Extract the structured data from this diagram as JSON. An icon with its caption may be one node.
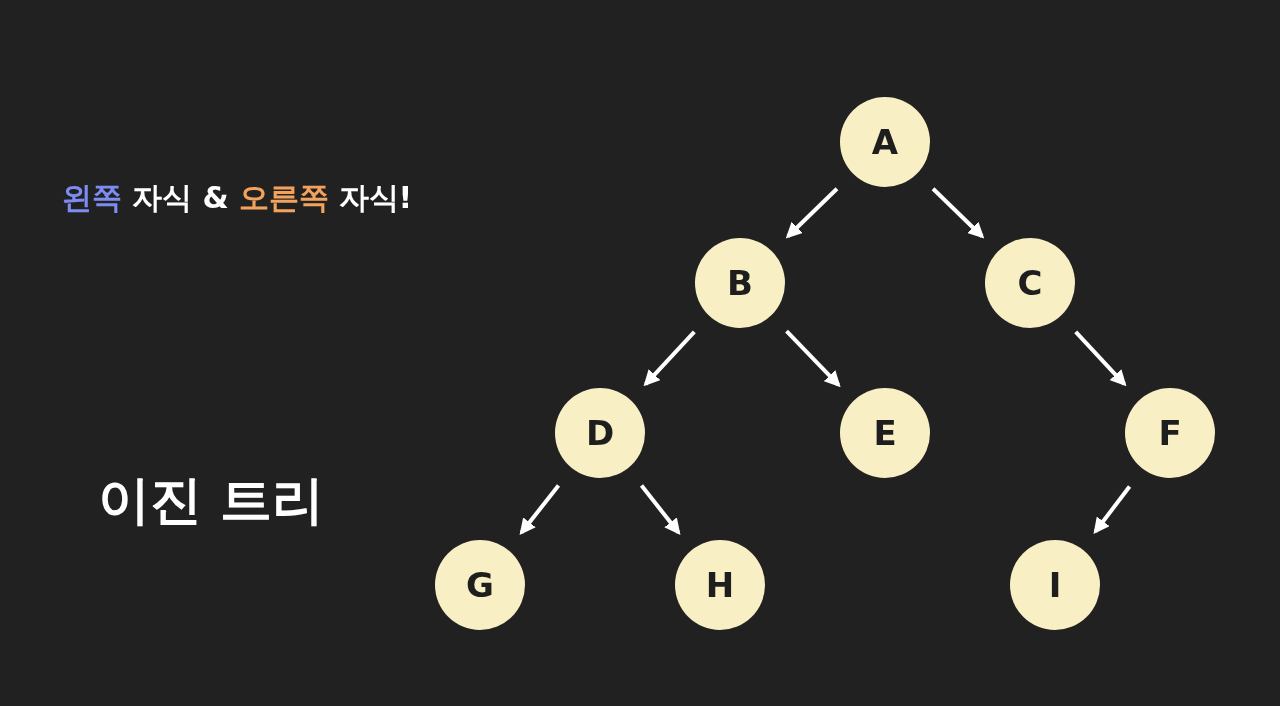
{
  "diagram": {
    "title": "이진 트리",
    "nodes": [
      {
        "text": [
          "A"
        ]
      },
      {
        "text": [
          "B"
        ]
      },
      {
        "text": [
          "C"
        ]
      },
      {
        "text": [
          "D"
        ]
      },
      {
        "text": [
          "E"
        ]
      },
      {
        "text": [
          "F"
        ]
      },
      {
        "text": [
          "G"
        ]
      },
      {
        "text": [
          "H"
        ]
      },
      {
        "text": [
          "I"
        ]
      }
    ],
    "edges": [
      {
        "from": 0,
        "to": 1,
        "arrow": "to"
      },
      {
        "from": 0,
        "to": 2,
        "arrow": "to"
      },
      {
        "from": 1,
        "to": 3,
        "arrow": "to"
      },
      {
        "from": 1,
        "to": 4,
        "arrow": "to"
      },
      {
        "from": 2,
        "to": 5,
        "arrow": "to"
      },
      {
        "from": 3,
        "to": 6,
        "arrow": "to"
      },
      {
        "from": 3,
        "to": 7,
        "arrow": "to"
      },
      {
        "from": 5,
        "to": 8,
        "arrow": "to"
      }
    ],
    "labels": [
      "왼쪽",
      "자식 &",
      "오른쪽",
      "자식!"
    ]
  }
}
